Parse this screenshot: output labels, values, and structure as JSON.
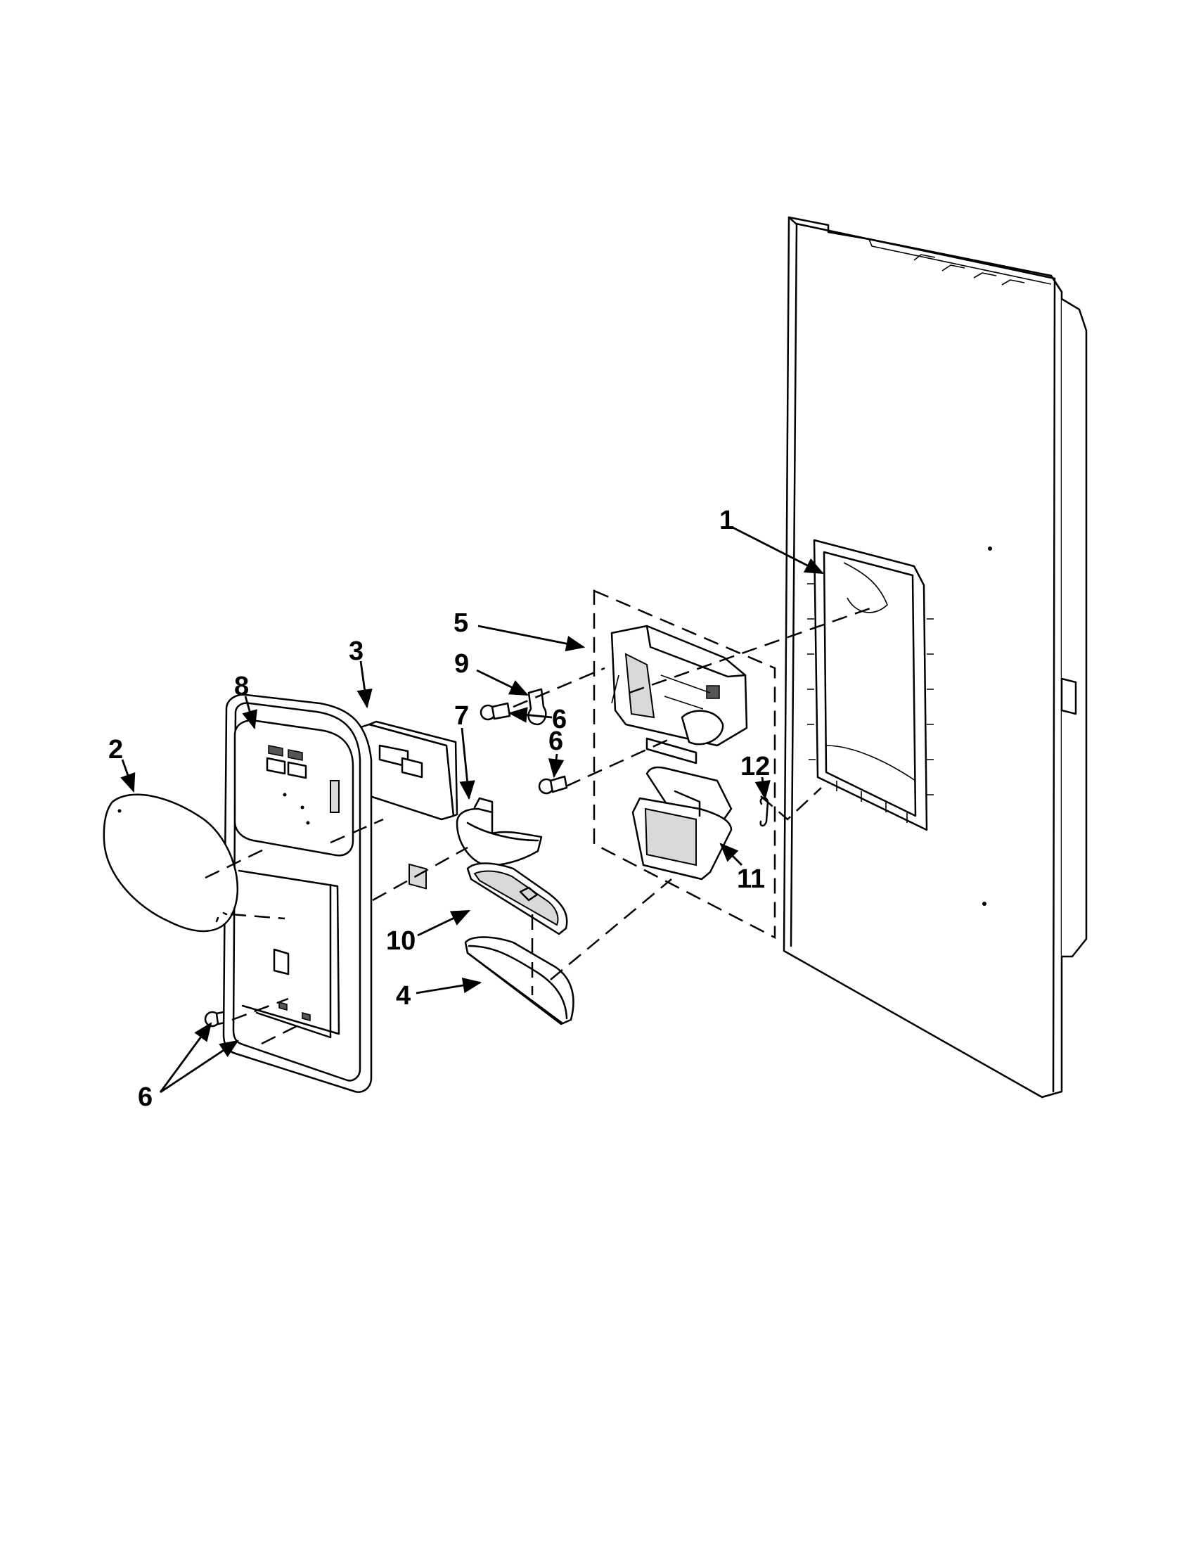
{
  "callouts": [
    {
      "id": "door-panel",
      "label": "1"
    },
    {
      "id": "dispenser-cover",
      "label": "2"
    },
    {
      "id": "control-board",
      "label": "3"
    },
    {
      "id": "lower-drip-tray",
      "label": "4"
    },
    {
      "id": "dispenser-assembly",
      "label": "5"
    },
    {
      "id": "screw-upper",
      "label": "6"
    },
    {
      "id": "screw-middle",
      "label": "6"
    },
    {
      "id": "screw-lower",
      "label": "6"
    },
    {
      "id": "ice-chute-guide",
      "label": "7"
    },
    {
      "id": "dispenser-housing",
      "label": "8"
    },
    {
      "id": "clip",
      "label": "9"
    },
    {
      "id": "drip-grille",
      "label": "10"
    },
    {
      "id": "actuator-pad",
      "label": "11"
    },
    {
      "id": "retainer-clip",
      "label": "12"
    }
  ]
}
